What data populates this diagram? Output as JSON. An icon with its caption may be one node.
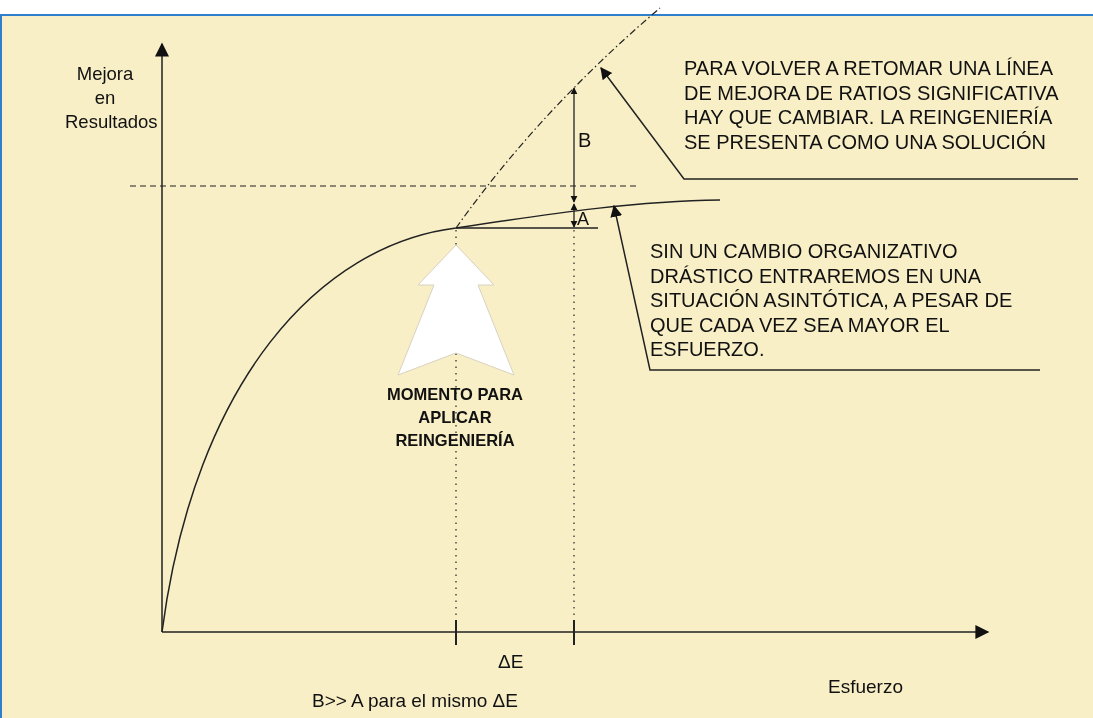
{
  "diagram": {
    "nodes": [
      {
        "text": [
          "PARA VOLVER A RETOMAR UNA LÍNEA DE MEJORA DE RATIOS SIGNIFICATIVA HAY QUE CAMBIAR. LA REINGENIERÍA SE PRESENTA COMO UNA SOLUCIÓN"
        ]
      },
      {
        "text": [
          "SIN UN CAMBIO ORGANIZATIVO DRÁSTICO ENTRAREMOS EN UNA SITUACIÓN ASINTÓTICA, A PESAR DE QUE CADA VEZ SEA MAYOR EL ESFUERZO."
        ]
      }
    ],
    "edges": [
      {
        "from": 0,
        "to": null,
        "arrow": "to"
      },
      {
        "from": 1,
        "to": null,
        "arrow": "to"
      }
    ],
    "labels": [
      "Mejora en Resultados",
      "B",
      "A",
      "MOMENTO PARA APLICAR REINGENIERÍA",
      "ΔE",
      "Esfuerzo",
      "B>> A para el mismo ΔE"
    ]
  }
}
